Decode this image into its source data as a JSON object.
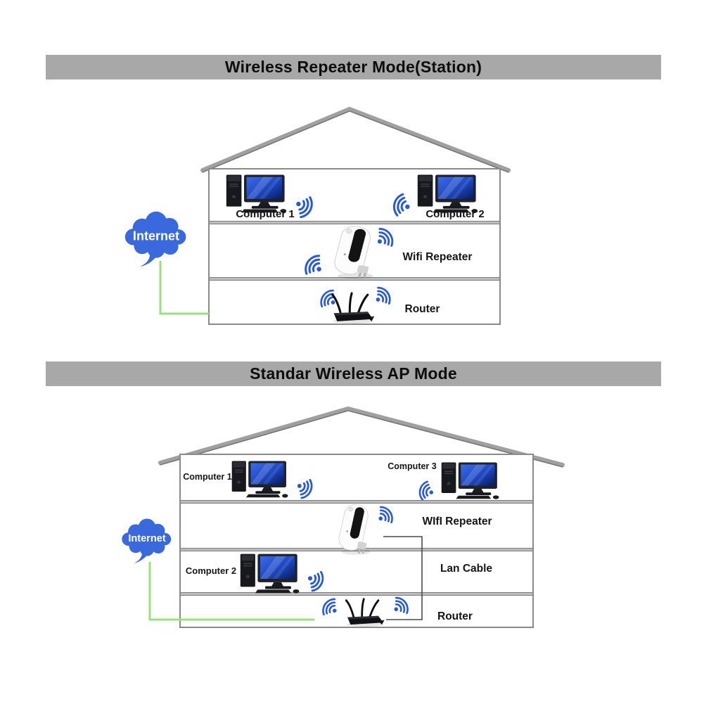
{
  "colors": {
    "header_bg": "#a8a8a8",
    "wifi_blue": "#2a5bd7",
    "cloud_blue": "#3a68dd",
    "green_cable": "#9be07f",
    "lan_cable_line": "#4a4a4a",
    "structure_gray": "#8a8a8a",
    "screen_blue": "#1d47c0"
  },
  "icons": {
    "wifi_signal": "dot-with-three-radiating-arcs",
    "desktop_computer": "tower-monitor-keyboard-mouse",
    "wifi_repeater_device": "white-wall-plug-repeater",
    "router_device": "black-three-antenna-router",
    "internet_cloud": "blue-speech-bubble-cloud"
  },
  "sections": [
    {
      "title": "Wireless Repeater Mode(Station)",
      "labels": {
        "computer1": "Computer 1",
        "computer2": "Computer 2",
        "wifi_repeater": "Wifi Repeater",
        "router": "Router",
        "internet": "Internet"
      }
    },
    {
      "title": "Standar Wireless AP Mode",
      "labels": {
        "computer1": "Computer 1",
        "computer3": "Computer 3",
        "wifi_repeater": "WIfI Repeater",
        "computer2": "Computer 2",
        "lan_cable": "Lan Cable",
        "router": "Router",
        "internet": "Internet"
      }
    }
  ]
}
